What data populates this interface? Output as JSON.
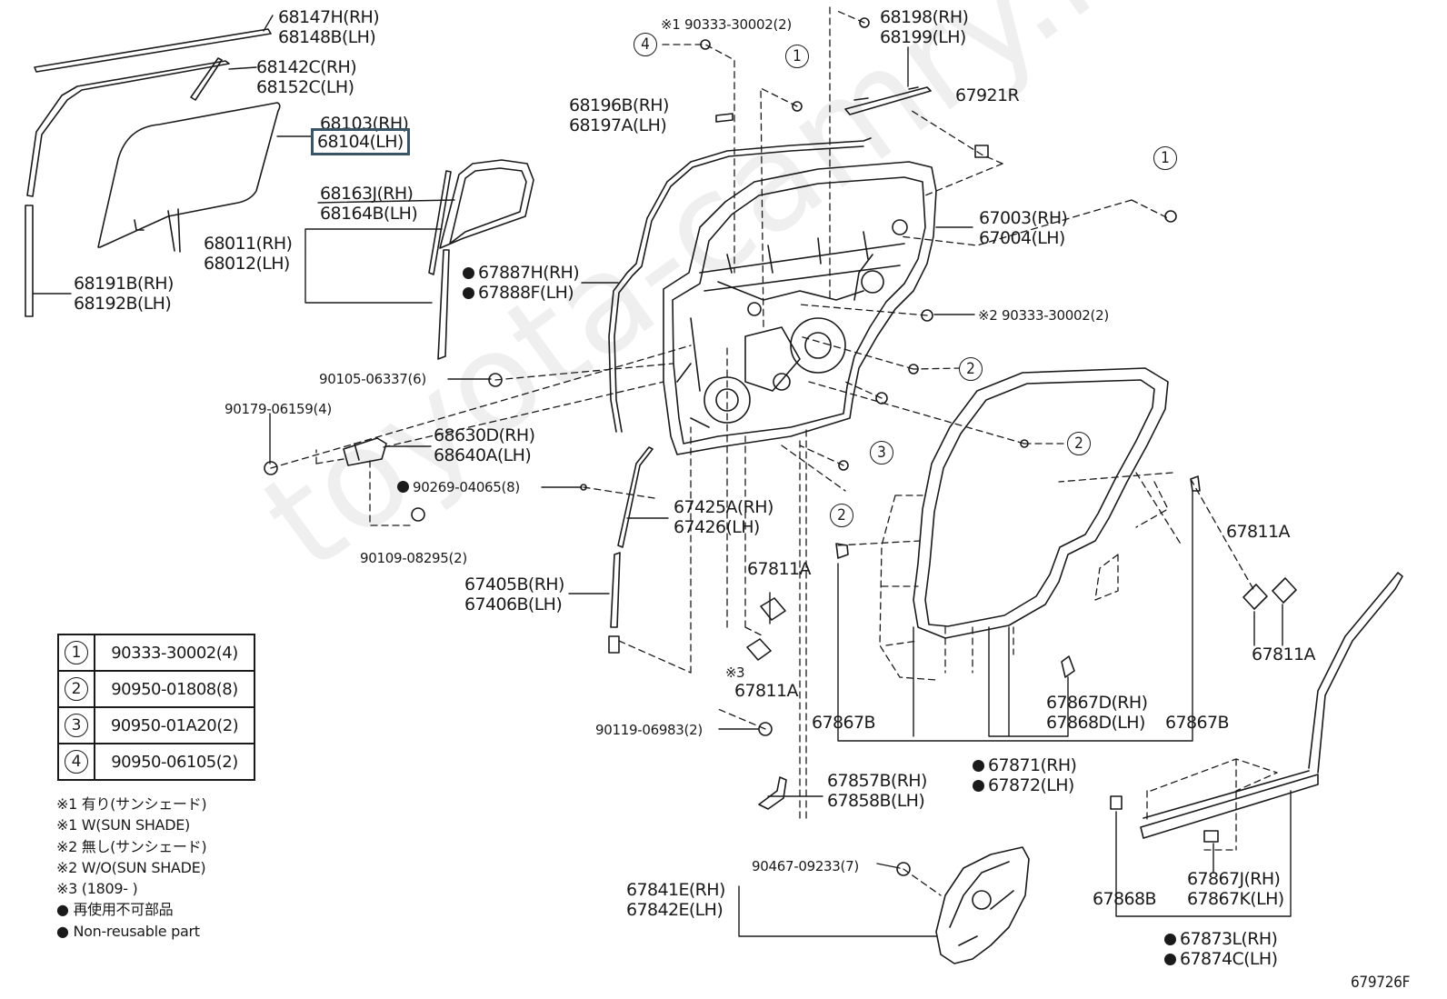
{
  "watermark": "toyota-camry.ru",
  "figure_number": "679726F",
  "labels": {
    "p68147": [
      "68147H(RH)",
      "68148B(LH)"
    ],
    "p68142": [
      "68142C(RH)",
      "68152C(LH)"
    ],
    "p68103": [
      "68103(RH)"
    ],
    "p68104": [
      "68104(LH)"
    ],
    "p68163": [
      "68163J(RH)",
      "68164B(LH)"
    ],
    "p68011": [
      "68011(RH)",
      "68012(LH)"
    ],
    "p68191": [
      "68191B(RH)",
      "68192B(LH)"
    ],
    "p67887": [
      "67887H(RH)",
      "67888F(LH)"
    ],
    "p90105": [
      "90105-06337(6)"
    ],
    "p90179": [
      "90179-06159(4)"
    ],
    "p68630": [
      "68630D(RH)",
      "68640A(LH)"
    ],
    "p90269": [
      "90269-04065(8)"
    ],
    "p90109": [
      "90109-08295(2)"
    ],
    "p67425": [
      "67425A(RH)",
      "67426(LH)"
    ],
    "p67405": [
      "67405B(RH)",
      "67406B(LH)"
    ],
    "p90119": [
      "90119-06983(2)"
    ],
    "p90333top": [
      "※1 90333-30002(2)"
    ],
    "p68196": [
      "68196B(RH)",
      "68197A(LH)"
    ],
    "p68198": [
      "68198(RH)",
      "68199(LH)"
    ],
    "p67921": [
      "67921R"
    ],
    "p67003": [
      "67003(RH)",
      "67004(LH)"
    ],
    "p90333right": [
      "※2 90333-30002(2)"
    ],
    "p67811a_mid": [
      "67811A"
    ],
    "p67811a_note": [
      "※3",
      "67811A"
    ],
    "p67811a_r1": [
      "67811A"
    ],
    "p67811a_r2": [
      "67811A"
    ],
    "p67867b_l": [
      "67867B"
    ],
    "p67867d": [
      "67867D(RH)",
      "67868D(LH)"
    ],
    "p67867b_r": [
      "67867B"
    ],
    "p67871": [
      "67871(RH)",
      "67872(LH)"
    ],
    "p67857": [
      "67857B(RH)",
      "67858B(LH)"
    ],
    "p90467": [
      "90467-09233(7)"
    ],
    "p67841": [
      "67841E(RH)",
      "67842E(LH)"
    ],
    "p67868b": [
      "67868B"
    ],
    "p67867j": [
      "67867J(RH)",
      "67867K(LH)"
    ],
    "p67873": [
      "67873L(RH)",
      "67874C(LH)"
    ]
  },
  "callouts": [
    "1",
    "4",
    "1",
    "2",
    "2",
    "3",
    "2"
  ],
  "legend_table": [
    {
      "index": "1",
      "part": "90333-30002(4)"
    },
    {
      "index": "2",
      "part": "90950-01808(8)"
    },
    {
      "index": "3",
      "part": "90950-01A20(2)"
    },
    {
      "index": "4",
      "part": "90950-06105(2)"
    }
  ],
  "notes": [
    "※1 有り(サンシェード)",
    "※1 W(SUN SHADE)",
    "※2 無し(サンシェード)",
    "※2 W/O(SUN SHADE)",
    "※3 (1809-        )",
    "● 再使用不可部品",
    "● Non-reusable part"
  ],
  "selected_part": "68104(LH)"
}
